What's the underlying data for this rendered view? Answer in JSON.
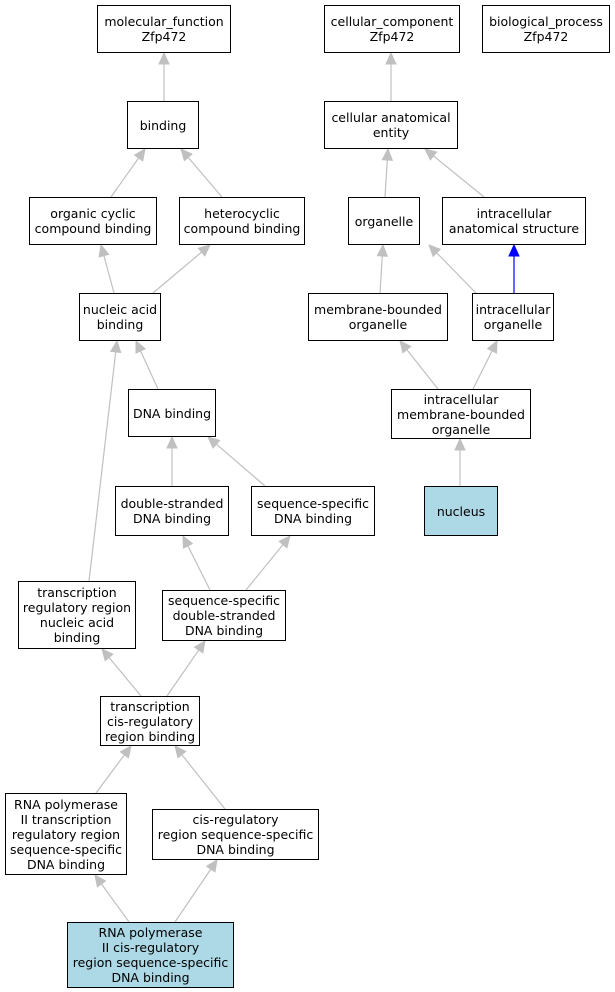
{
  "colors": {
    "highlight": "#add8e6",
    "edge": "#c0c0c0",
    "edge_special": "#0000ff"
  },
  "nodes": {
    "mf": "molecular_function\nZfp472",
    "cc": "cellular_component\nZfp472",
    "bp": "biological_process\nZfp472",
    "binding": "binding",
    "cae": "cellular anatomical\nentity",
    "ocb": "organic cyclic\ncompound binding",
    "hcb": "heterocyclic\ncompound binding",
    "organelle": "organelle",
    "ias": "intracellular\nanatomical structure",
    "nab": "nucleic acid\nbinding",
    "mbo": "membrane-bounded\norganelle",
    "io": "intracellular\norganelle",
    "dnab": "DNA binding",
    "imbo": "intracellular\nmembrane-bounded\norganelle",
    "dsdb": "double-stranded\nDNA binding",
    "ssdb": "sequence-specific\nDNA binding",
    "nucleus": "nucleus",
    "trrnab": "transcription\nregulatory region\nnucleic acid\nbinding",
    "ssds": "sequence-specific\ndouble-stranded\nDNA binding",
    "tcrb": "transcription\ncis-regulatory\nregion binding",
    "rnap2tr": "RNA polymerase\nII transcription\nregulatory region\nsequence-specific\nDNA binding",
    "crss": "cis-regulatory\nregion sequence-specific\nDNA binding",
    "rnap2cr": "RNA polymerase\nII cis-regulatory\nregion sequence-specific\nDNA binding"
  }
}
